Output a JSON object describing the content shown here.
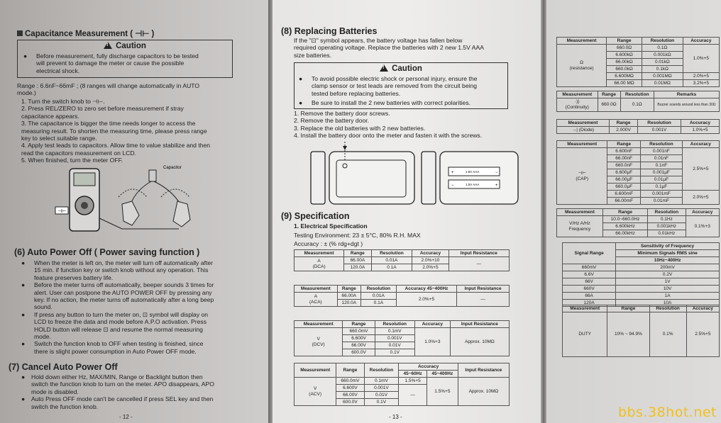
{
  "page12": {
    "cap_title": "Capacitance Measurement ( ⊣⊢ )",
    "caution_title": "Caution",
    "caution_text": [
      "Before measurement, fully discharge capacitors to be tested",
      "will prevent to damage the meter or cause the possible",
      "electrical shock."
    ],
    "range_text": [
      "Range : 6.6nF~66mF ; (8 ranges will change automatically in AUTO",
      "mode.)"
    ],
    "steps": [
      "1.  Turn the switch knob to ⊣⊢.",
      "2.  Press REL/ZERO to zero set before measurement if stray",
      "     capacitance appears.",
      "3.  The capacitance is bigger the time needs longer to access the",
      "     measuring result. To shorten the measuring time, please press range",
      "     key to select suitable range.",
      "4.  Apply test leads to capacitors.  Allow time to value stabilize and then",
      "     read the capacitors measurement on LCD.",
      "5.  When finished, turn the meter OFF."
    ],
    "capacitor_label": "Capacitor",
    "apo_title": "(6)  Auto Power Off ( Power saving function )",
    "apo_bullets": [
      [
        "When the meter is left on, the meter will turn off automatically after",
        "15 min. if function key or switch knob without any operation. This",
        "feature preserves battery life."
      ],
      [
        "Before the meter turns off automatically, beeper sounds 3 times for",
        "alert.  User can postpone the AUTO POWER OFF by pressing any",
        "key.  If no action, the meter turns off automatically after a long beep",
        "sound."
      ],
      [
        "If press any button to turn the meter on, ⊡ symbol will display on",
        "LCD to freeze the data and mode before A.P.O activation.  Press",
        "HOLD button will release ⊡ and resume the normal measuring",
        "mode."
      ],
      [
        "Switch the function knob to OFF when testing is finished, since",
        "there is slight power consumption in Auto Power OFF mode."
      ]
    ],
    "cancel_title": "(7)  Cancel Auto Power Off",
    "cancel_bullets": [
      [
        "Hold down either Hz, MAX/MIN, Range or Backlight button then",
        "switch the function knob to turn on the meter. APO disappears, APO",
        "mode is disabled."
      ],
      [
        "Auto Press OFF mode can't be cancelled if press SEL key and then",
        "switch the function knob."
      ]
    ],
    "page_no": "- 12 -"
  },
  "page13": {
    "bat_title": "(8)  Replacing Batteries",
    "bat_intro": [
      "If the \"⊡\" symbol appears, the battery voltage has fallen below",
      "required operating voltage. Replace the batteries with 2 new 1.5V AAA",
      "size batteries."
    ],
    "caution_title": "Caution",
    "caution_b1": [
      "To avoid possible electric shock or personal injury, ensure the",
      "clamp sensor or test leads are removed from the circuit being",
      "tested before replacing batteries."
    ],
    "caution_b2": "Be sure to install the 2 new batteries with correct polarities.",
    "steps": [
      "1.   Remove the battery door screws.",
      "2.   Remove the battery door.",
      "3.   Replace the old batteries with 2 new batteries.",
      "4.   Install the battery door onto the meter and fasten it with the screws."
    ],
    "bat_label": "1.5V AAA",
    "spec_title": "(9)  Specification",
    "elec_title": "1. Electrical Specification",
    "env": "Testing Environment: 23 ± 5°C, 80% R.H. MAX",
    "accuracy": "Accuracy : ± (% rdg+dgt )",
    "hdr": {
      "m": "Measurement",
      "r": "Range",
      "res": "Resolution",
      "acc": "Accuracy",
      "ir": "Input Resistance",
      "ac_acc": "Accuracy 45~400Hz",
      "f1": "45~60Hz",
      "f2": "45~400Hz"
    },
    "dca": {
      "fn": "A",
      "lbl": "(DCA)",
      "rows": [
        [
          "66.00A",
          "0.01A",
          "2.0%+10"
        ],
        [
          "120.0A",
          "0.1A",
          "2.0%+5"
        ]
      ],
      "ir": "—"
    },
    "aca": {
      "fn": "A",
      "lbl": "(ACA)",
      "rows": [
        [
          "66.00A",
          "0.01A"
        ],
        [
          "120.0A",
          "0.1A"
        ]
      ],
      "acc": "2.0%+5",
      "ir": "—"
    },
    "dcv": {
      "fn": "V",
      "lbl": "(DCV)",
      "rows": [
        [
          "660.0mV",
          "0.1mV"
        ],
        [
          "6.600V",
          "0.001V"
        ],
        [
          "66.00V",
          "0.01V"
        ],
        [
          "600.0V",
          "0.1V"
        ]
      ],
      "acc": "1.0%+3",
      "ir": "Approx. 10MΩ"
    },
    "acv": {
      "fn": "V",
      "lbl": "(ACV)",
      "rows": [
        [
          "660.0mV",
          "0.1mV",
          "1.5%+5"
        ],
        [
          "6.600V",
          "0.001V",
          ""
        ],
        [
          "66.00V",
          "0.01V",
          ""
        ],
        [
          "600.0V",
          "0.1V",
          ""
        ]
      ],
      "acc2": "1.5%+5",
      "dash": "—",
      "ir": "Approx. 10MΩ"
    },
    "page_no": "- 13 -"
  },
  "page14": {
    "hdr": {
      "m": "Measurement",
      "r": "Range",
      "res": "Resolution",
      "acc": "Accuracy",
      "rem": "Remarks"
    },
    "ohm": {
      "lbl": "(resistance)",
      "rows": [
        [
          "660.0Ω",
          "0.1Ω",
          ""
        ],
        [
          "6.600kΩ",
          "0.001kΩ",
          "1.0%+5"
        ],
        [
          "66.00kΩ",
          "0.01kΩ",
          ""
        ],
        [
          "660.0kΩ",
          "0.1kΩ",
          ""
        ],
        [
          "6.600MΩ",
          "0.001MΩ",
          "2.0%+5"
        ],
        [
          "66.00 MΩ",
          "0.01MΩ",
          "3.2%+5"
        ]
      ]
    },
    "cont": {
      "lbl": "(Continuity)",
      "range": "660.0Ω",
      "res": "0.1Ω",
      "rem": "Buzzer sounds around less than 30Ω"
    },
    "diode": {
      "lbl": "(Diode)",
      "range": "2.000V",
      "res": "0.001V",
      "acc": "1.0%+5"
    },
    "cap": {
      "lbl": "(CAP)",
      "rows": [
        [
          "6.600nF",
          "0.001nF"
        ],
        [
          "66.00nF",
          "0.01nF"
        ],
        [
          "660.0nF",
          "0.1nF"
        ],
        [
          "6.600μF",
          "0.001μF"
        ],
        [
          "66.00μF",
          "0.01μF"
        ],
        [
          "660.0μF",
          "0.1μF"
        ],
        [
          "6.600mF",
          "0.001mF"
        ],
        [
          "66.00mF",
          "0.01mF"
        ]
      ],
      "acc1": "2.5%+5",
      "acc2": "2.0%+5"
    },
    "freq": {
      "lbl": "V/Hz A/Hz Frequency",
      "rows": [
        [
          "10.0~660.0Hz",
          "0.1Hz"
        ],
        [
          "6.600kHz",
          "0.001kHz"
        ],
        [
          "66.00kHz",
          "0.01kHz"
        ]
      ],
      "acc": "0.1%+3"
    },
    "sens": {
      "title": "Sensitivity of Frequency",
      "sig": "Signal  Range",
      "min": "Minimum Signals RMS sine",
      "band": "10Hz~400Hz",
      "rows": [
        [
          "660mV",
          "200mV"
        ],
        [
          "6.6V",
          "0.2V"
        ],
        [
          "66V",
          "1V"
        ],
        [
          "660V",
          "10V"
        ],
        [
          "66A",
          "1A"
        ],
        [
          "120A",
          "10A"
        ]
      ]
    },
    "duty": {
      "fn": "DUTY",
      "range": "10% ~ 94.9%",
      "res": "0.1%",
      "acc": "2.5%+5"
    }
  },
  "watermark": "bbs.38hot.net"
}
